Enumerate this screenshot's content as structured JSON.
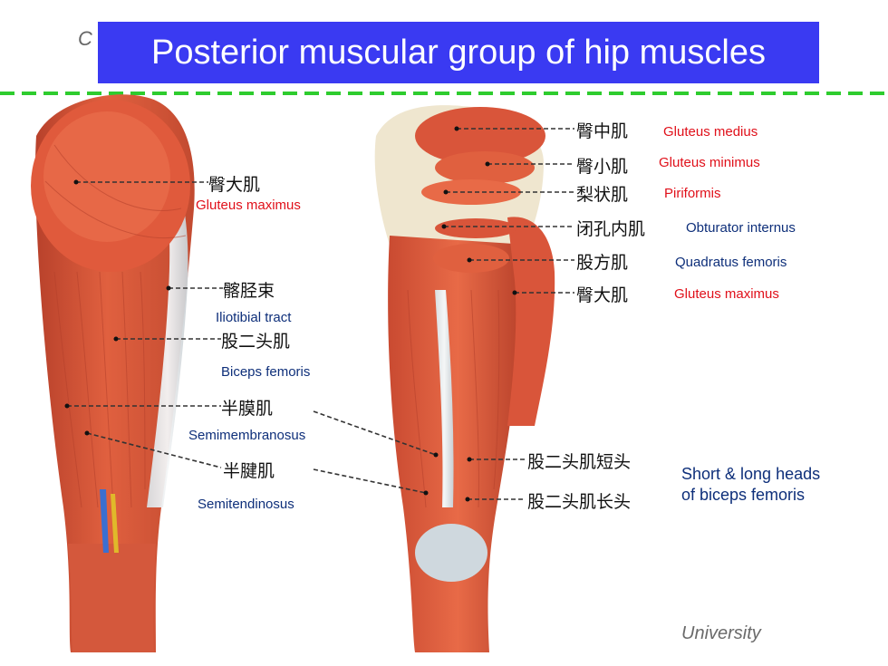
{
  "title": "Posterior muscular group of hip muscles",
  "title_prefix": "C",
  "footer": "University",
  "colors": {
    "title_bg": "#3a3af2",
    "divider": "#2ecc2e",
    "label_red": "#e0101a",
    "label_blue": "#0e2f7a",
    "muscle": "#d9553a"
  },
  "left_labels": [
    {
      "cn": "臀大肌",
      "en": "Gluteus maximus"
    },
    {
      "cn": "髂胫束",
      "en": "Iliotibial tract"
    },
    {
      "cn": "股二头肌",
      "en": "Biceps femoris"
    },
    {
      "cn": "半膜肌",
      "en": "Semimembranosus"
    },
    {
      "cn": "半腱肌",
      "en": "Semitendinosus"
    }
  ],
  "right_labels": [
    {
      "cn": "臀中肌",
      "en": "Gluteus medius"
    },
    {
      "cn": "臀小肌",
      "en": "Gluteus minimus"
    },
    {
      "cn": "梨状肌",
      "en": "Piriformis"
    },
    {
      "cn": "闭孔内肌",
      "en": "Obturator internus"
    },
    {
      "cn": "股方肌",
      "en": "Quadratus femoris"
    },
    {
      "cn": "臀大肌",
      "en": "Gluteus maximus"
    }
  ],
  "heads": {
    "short_cn": "股二头肌短头",
    "long_cn": "股二头肌长头",
    "en_line1": "Short & long heads",
    "en_line2": "of biceps femoris"
  }
}
